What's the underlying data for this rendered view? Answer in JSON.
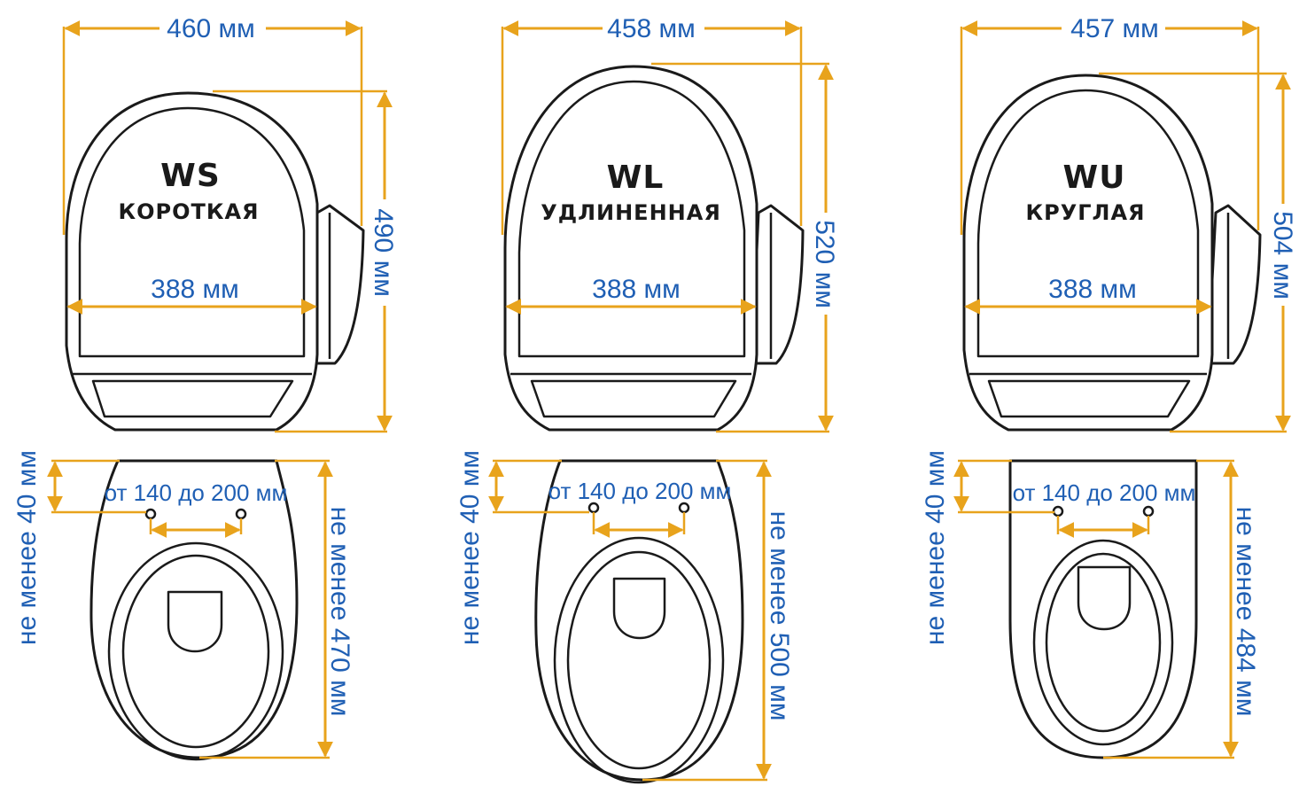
{
  "colors": {
    "dimension": "#e8a31c",
    "label": "#1f5fb4",
    "outline": "#1a1a1a"
  },
  "models": [
    {
      "code": "WS",
      "name": "КОРОТКАЯ",
      "seat_width": "460 мм",
      "seat_length": "490 мм",
      "inner_width": "388 мм",
      "front_gap": "не менее 40 мм",
      "hole_span": "от 140 до 200 мм",
      "bowl_length": "не менее  470 мм"
    },
    {
      "code": "WL",
      "name": "УДЛИНЕННАЯ",
      "seat_width": "458 мм",
      "seat_length": "520 мм",
      "inner_width": "388 мм",
      "front_gap": "не менее 40 мм",
      "hole_span": "от 140 до 200 мм",
      "bowl_length": "не менее  500 мм"
    },
    {
      "code": "WU",
      "name": "КРУГЛАЯ",
      "seat_width": "457 мм",
      "seat_length": "504 мм",
      "inner_width": "388 мм",
      "front_gap": "не менее 40 мм",
      "hole_span": "от 140 до 200 мм",
      "bowl_length": "не менее  484 мм"
    }
  ]
}
